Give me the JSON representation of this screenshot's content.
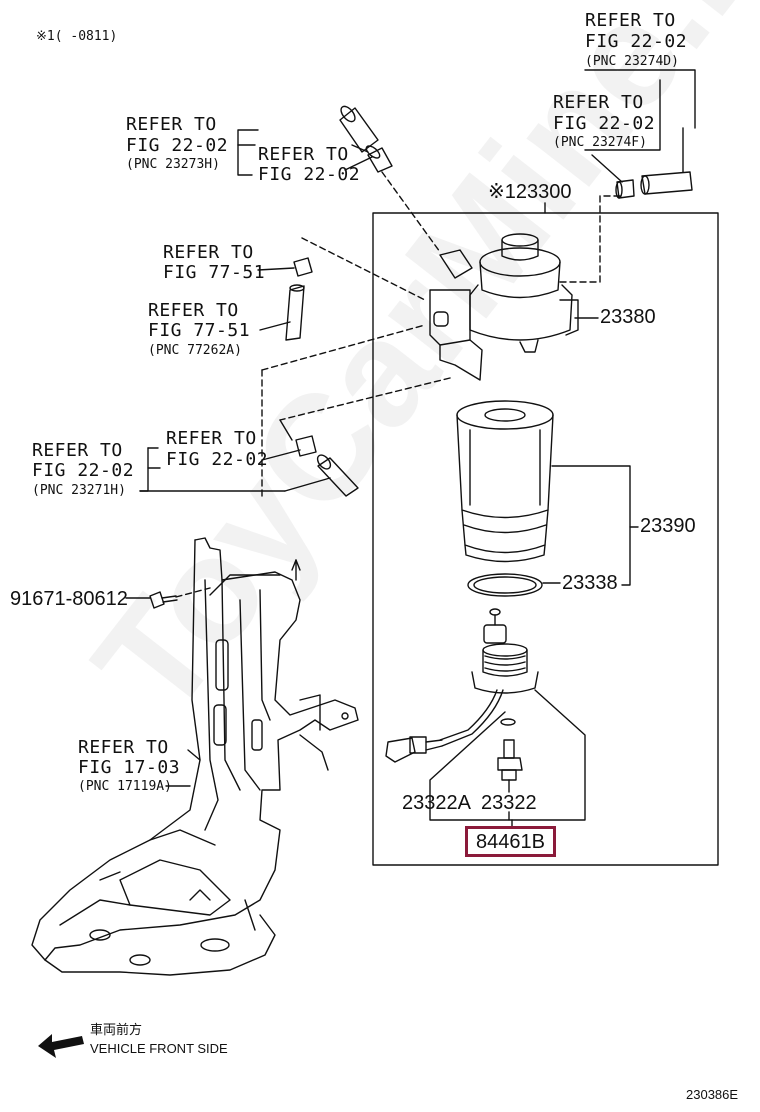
{
  "header_note": "※1(    -0811)",
  "refs": {
    "fig22_02_23274d": {
      "line1": "REFER TO",
      "line2": "FIG 22-02",
      "pnc": "(PNC 23274D)"
    },
    "fig22_02_23274f": {
      "line1": "REFER TO",
      "line2": "FIG 22-02",
      "pnc": "(PNC 23274F)"
    },
    "fig22_02_23273h": {
      "line1": "REFER TO",
      "line2": "FIG 22-02",
      "pnc": "(PNC 23273H)"
    },
    "fig22_02_clamp_top": {
      "line1": "REFER TO",
      "line2": "FIG 22-02"
    },
    "fig77_51_clamp": {
      "line1": "REFER TO",
      "line2": "FIG 77-51"
    },
    "fig77_51_hose": {
      "line1": "REFER TO",
      "line2": "FIG 77-51",
      "pnc": "(PNC 77262A)"
    },
    "fig22_02_clamp_mid": {
      "line1": "REFER TO",
      "line2": "FIG 22-02"
    },
    "fig22_02_23271h": {
      "line1": "REFER TO",
      "line2": "FIG 22-02",
      "pnc": "(PNC 23271H)"
    },
    "fig17_03": {
      "line1": "REFER TO",
      "line2": "FIG 17-03",
      "pnc": "(PNC 17119A)"
    }
  },
  "parts": {
    "assembly": "※123300",
    "p23380": "23380",
    "p23390": "23390",
    "p23338": "23338",
    "p91671": "91671-80612",
    "p23322A": "23322A",
    "p23322": "23322",
    "p84461B": "84461B"
  },
  "direction": {
    "jp": "車両前方",
    "en": "VEHICLE FRONT SIDE"
  },
  "figure_id": "230386E",
  "watermark": "ToyCarMine.ru",
  "colors": {
    "highlight": "#8b1a3a",
    "ink": "#111111"
  }
}
